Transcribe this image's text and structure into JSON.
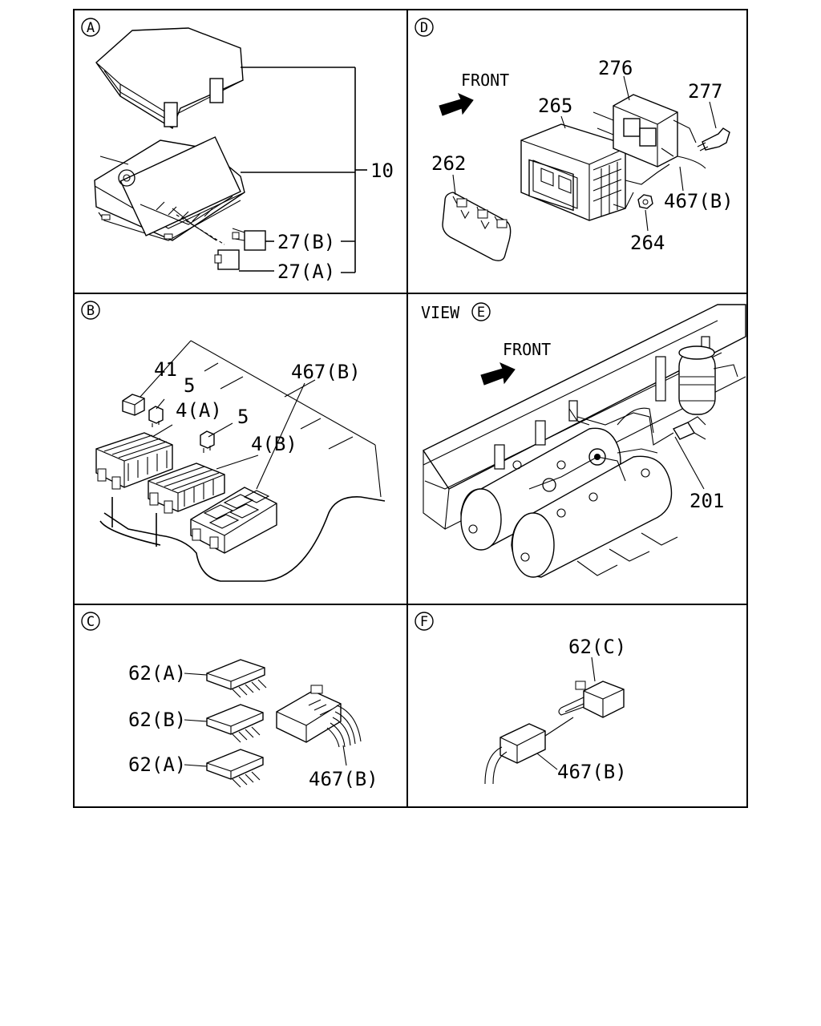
{
  "panels": {
    "A": {
      "letter": "A",
      "labels": {
        "assembly": "10",
        "fuse_b": "27(B)",
        "fuse_a": "27(A)"
      }
    },
    "D": {
      "letter": "D",
      "front": "FRONT",
      "labels": {
        "p276": "276",
        "p277": "277",
        "p265": "265",
        "p262": "262",
        "p467b": "467(B)",
        "p264": "264"
      }
    },
    "B": {
      "letter": "B",
      "labels": {
        "p41": "41",
        "p5a": "5",
        "p467b": "467(B)",
        "p4a": "4(A)",
        "p5b": "5",
        "p4b": "4(B)"
      }
    },
    "E": {
      "view_prefix": "VIEW",
      "letter": "E",
      "front": "FRONT",
      "labels": {
        "p201": "201"
      }
    },
    "C": {
      "letter": "C",
      "labels": {
        "p62a_top": "62(A)",
        "p62b": "62(B)",
        "p62a_bottom": "62(A)",
        "p467b": "467(B)"
      }
    },
    "F": {
      "letter": "F",
      "labels": {
        "p62c": "62(C)",
        "p467b": "467(B)"
      }
    }
  }
}
